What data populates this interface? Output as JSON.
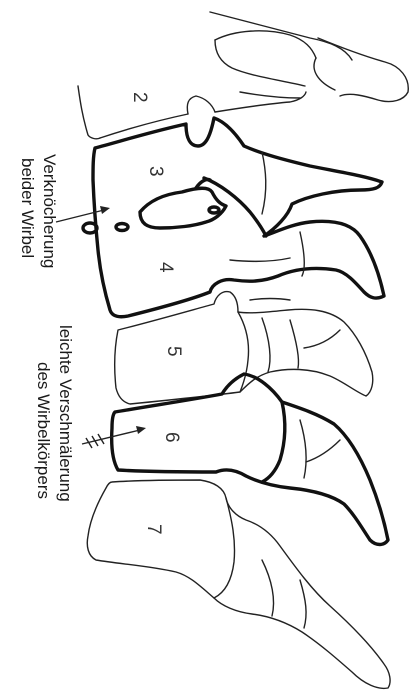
{
  "vertebrae": [
    {
      "id": "c2",
      "label": "2"
    },
    {
      "id": "c3",
      "label": "3"
    },
    {
      "id": "c4",
      "label": "4"
    },
    {
      "id": "c5",
      "label": "5"
    },
    {
      "id": "c6",
      "label": "6"
    },
    {
      "id": "c7",
      "label": "7"
    }
  ],
  "annotations": {
    "fusion": {
      "line1": "Verknöcherung",
      "line2": "beider Wirbel"
    },
    "narrowing": {
      "line1": "leichte Verschmälerung",
      "line2": "des Wirbelkörpers"
    }
  },
  "outline_colors": {
    "highlighted": "#111111",
    "normal": "#222222"
  }
}
